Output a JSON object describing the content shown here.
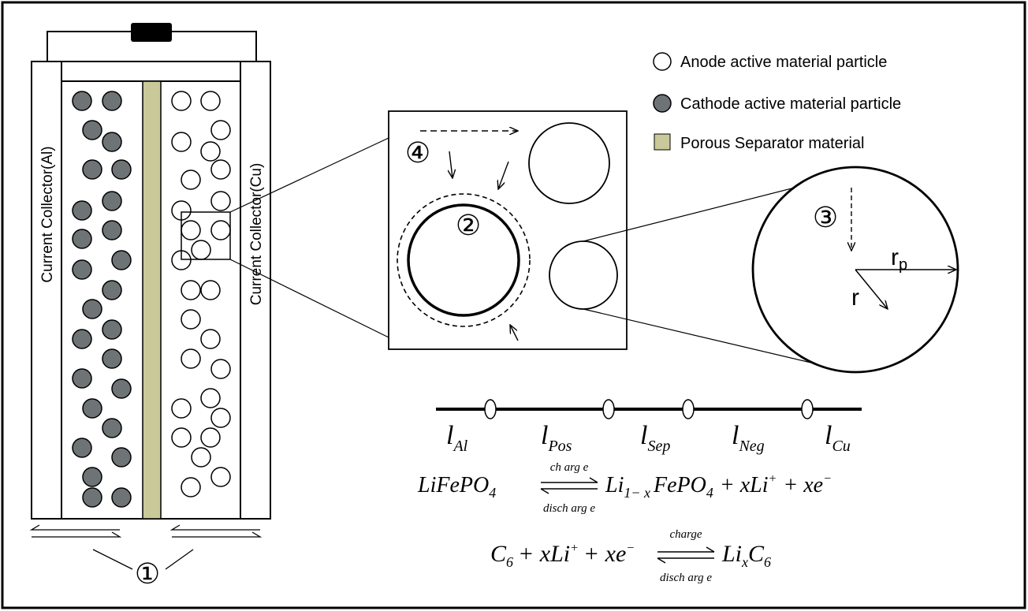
{
  "colors": {
    "cathode_particle": "#6e7375",
    "separator": "#c9c99a",
    "line": "#000000",
    "background": "#ffffff"
  },
  "collectors": {
    "left": "Current Collector(Al)",
    "right": "Current Collector(Cu)"
  },
  "legend": {
    "anode": "Anode active material particle",
    "cathode": "Cathode active material particle",
    "separator": "Porous Separator material"
  },
  "markers": {
    "m1": "①",
    "m2": "②",
    "m3": "③",
    "m4": "④"
  },
  "radius_labels": {
    "rp_base": "r",
    "rp_sub": "p",
    "r": "r"
  },
  "domain_axis": {
    "labels": [
      {
        "base": "l",
        "sub": "Al"
      },
      {
        "base": "l",
        "sub": "Pos"
      },
      {
        "base": "l",
        "sub": "Sep"
      },
      {
        "base": "l",
        "sub": "Neg"
      },
      {
        "base": "l",
        "sub": "Cu"
      }
    ]
  },
  "equations": {
    "eq1": {
      "left": "LiFePO",
      "left_sub": "4",
      "over": "ch arg e",
      "under": "disch arg e",
      "right_a": "Li",
      "right_a_sub": "1− x",
      "right_b": "FePO",
      "right_b_sub": "4",
      "right_c": "+ xLi",
      "right_c_sup": "+",
      "right_d": "+ xe",
      "right_d_sup": "−"
    },
    "eq2": {
      "left_a": "C",
      "left_a_sub": "6",
      "left_b": "+ xLi",
      "left_b_sup": "+",
      "left_c": "+ xe",
      "left_c_sup": "−",
      "over": "charge",
      "under": "disch arg e",
      "right_a": "Li",
      "right_a_sub": "x",
      "right_b": "C",
      "right_b_sub": "6"
    }
  }
}
